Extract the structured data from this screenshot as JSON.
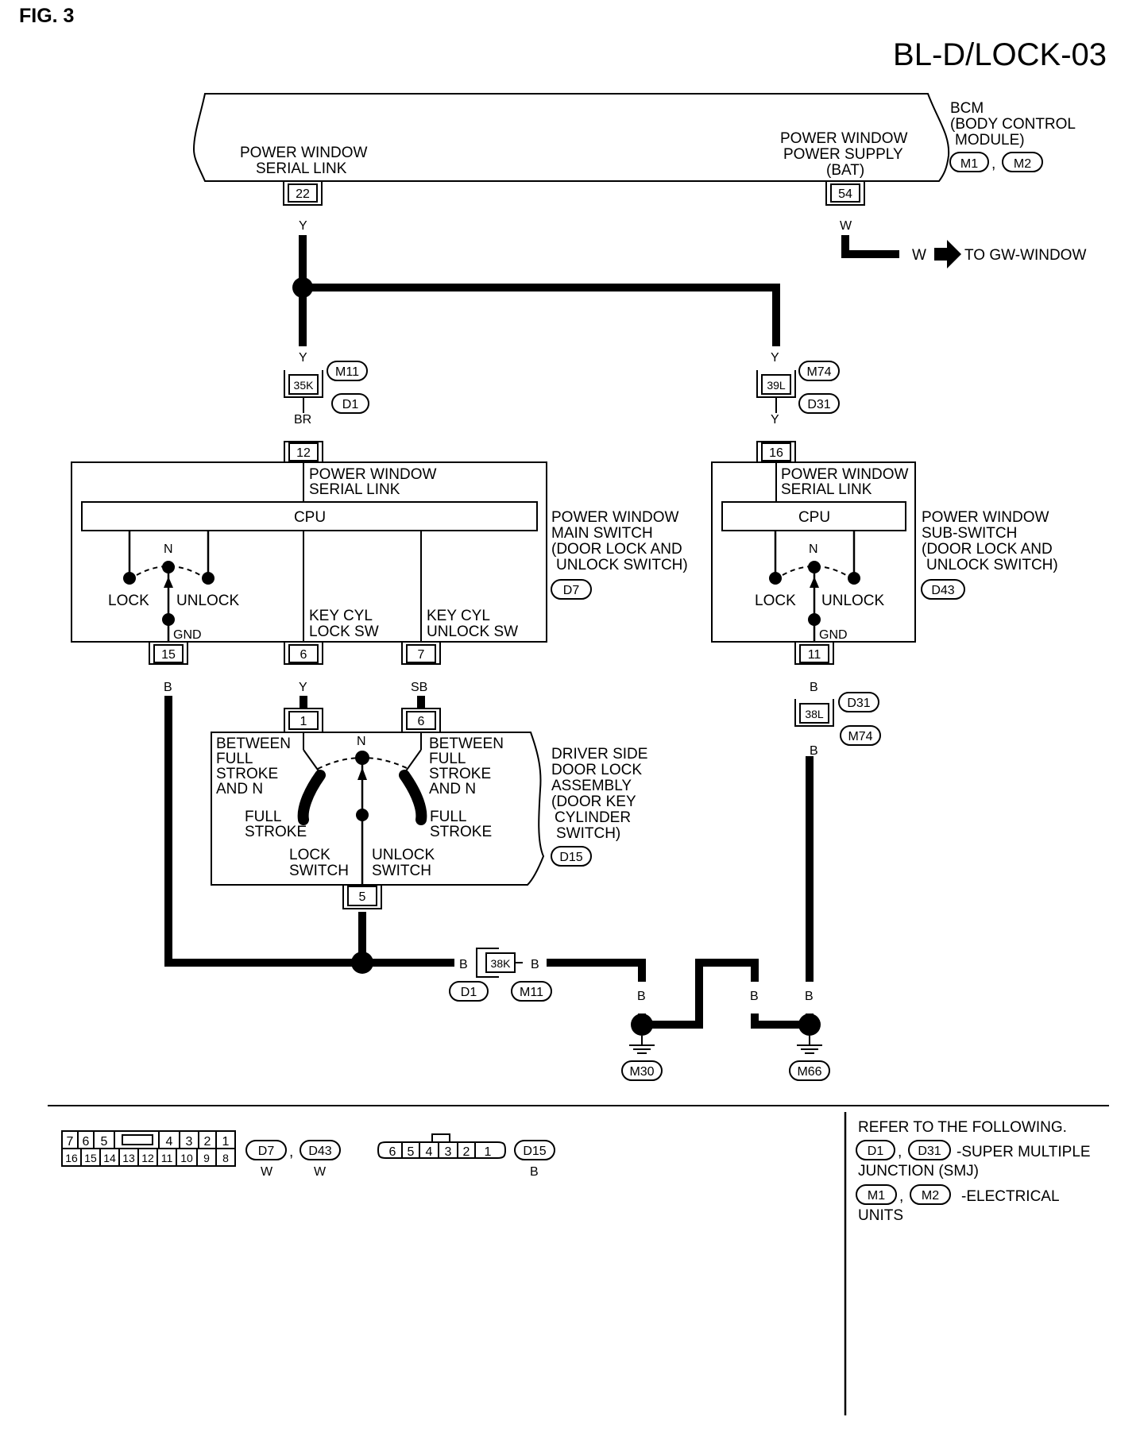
{
  "figure_label": "FIG. 3",
  "diagram_id": "BL-D/LOCK-03",
  "bcm": {
    "name_lines": [
      "BCM",
      "(BODY CONTROL",
      "MODULE)"
    ],
    "connectors": [
      "M1",
      "M2"
    ],
    "sep": ",",
    "terminal_left": {
      "label_lines": [
        "POWER WINDOW",
        "SERIAL LINK"
      ],
      "pin": "22",
      "wire": "Y"
    },
    "terminal_right": {
      "label_lines": [
        "POWER WINDOW",
        "POWER SUPPLY",
        "(BAT)"
      ],
      "pin": "54",
      "wire": "W"
    }
  },
  "to_gw_window": {
    "wire": "W",
    "text": "TO GW-WINDOW"
  },
  "left_branch": {
    "wire_top": "Y",
    "pin": "35K",
    "conn_a": "M11",
    "conn_b": "D1",
    "wire_bottom": "BR"
  },
  "right_branch": {
    "wire_top": "Y",
    "pin": "39L",
    "conn_a": "M74",
    "conn_b": "D31",
    "wire_bottom": "Y"
  },
  "main_switch": {
    "name_lines": [
      "POWER WINDOW",
      "MAIN SWITCH",
      "(DOOR LOCK AND",
      "UNLOCK SWITCH)"
    ],
    "connector": "D7",
    "pin_serial": "12",
    "serial_lines": [
      "POWER WINDOW",
      "SERIAL LINK"
    ],
    "cpu": "CPU",
    "n": "N",
    "lock": "LOCK",
    "unlock": "UNLOCK",
    "gnd": "GND",
    "key_lock_lines": [
      "KEY CYL",
      "LOCK SW"
    ],
    "key_unlock_lines": [
      "KEY CYL",
      "UNLOCK SW"
    ],
    "pin_gnd": "15",
    "pin_lock": "6",
    "pin_unlock": "7",
    "wire_gnd": "B",
    "wire_lock": "Y",
    "wire_unlock": "SB"
  },
  "sub_switch": {
    "name_lines": [
      "POWER WINDOW",
      "SUB-SWITCH",
      "(DOOR LOCK AND",
      "UNLOCK SWITCH)"
    ],
    "connector": "D43",
    "pin_serial": "16",
    "serial_lines": [
      "POWER WINDOW",
      "SERIAL LINK"
    ],
    "cpu": "CPU",
    "n": "N",
    "lock": "LOCK",
    "unlock": "UNLOCK",
    "gnd": "GND",
    "pin_gnd": "11",
    "wire_gnd": "B",
    "junction": {
      "pin": "38L",
      "conn_a": "D31",
      "conn_b": "M74",
      "wire_bottom": "B"
    }
  },
  "door_lock": {
    "name_lines": [
      "DRIVER SIDE",
      "DOOR LOCK",
      "ASSEMBLY",
      "(DOOR KEY",
      "CYLINDER",
      "SWITCH)"
    ],
    "connector": "D15",
    "pin_left": "1",
    "pin_right": "6",
    "pin_bottom": "5",
    "n": "N",
    "left_between_lines": [
      "BETWEEN",
      "FULL",
      "STROKE",
      "AND N"
    ],
    "right_between_lines": [
      "BETWEEN",
      "FULL",
      "STROKE",
      "AND N"
    ],
    "full_left_lines": [
      "FULL",
      "STROKE"
    ],
    "full_right_lines": [
      "FULL",
      "STROKE"
    ],
    "lock_switch_lines": [
      "LOCK",
      "SWITCH"
    ],
    "unlock_switch_lines": [
      "UNLOCK",
      "SWITCH"
    ],
    "wire_bottom": "B"
  },
  "ground_run": {
    "wire_left": "B",
    "pin": "38K",
    "wire_right": "B",
    "conn_a": "D1",
    "conn_b": "M11",
    "drop_labels": [
      "B",
      "B",
      "B",
      "B"
    ],
    "ground_left": "M30",
    "ground_right": "M66"
  },
  "legend": {
    "connector_16_top": [
      "7",
      "6",
      "5",
      "",
      "4",
      "3",
      "2",
      "1"
    ],
    "connector_16_bottom": [
      "16",
      "15",
      "14",
      "13",
      "12",
      "11",
      "10",
      "9",
      "8"
    ],
    "connector_16_refs": [
      "D7",
      "D43"
    ],
    "connector_16_colors": [
      "W",
      "W"
    ],
    "connector_6": [
      "6",
      "5",
      "4",
      "3",
      "2",
      "1"
    ],
    "connector_6_ref": "D15",
    "connector_6_color": "B",
    "sep": ","
  },
  "refer": {
    "heading": "REFER TO THE FOLLOWING.",
    "row1_refs": [
      "D1",
      "D31"
    ],
    "row1_text": "-SUPER MULTIPLE",
    "row1_text2": "JUNCTION (SMJ)",
    "row2_refs": [
      "M1",
      "M2"
    ],
    "row2_text": "-ELECTRICAL",
    "row2_text2": "UNITS"
  }
}
